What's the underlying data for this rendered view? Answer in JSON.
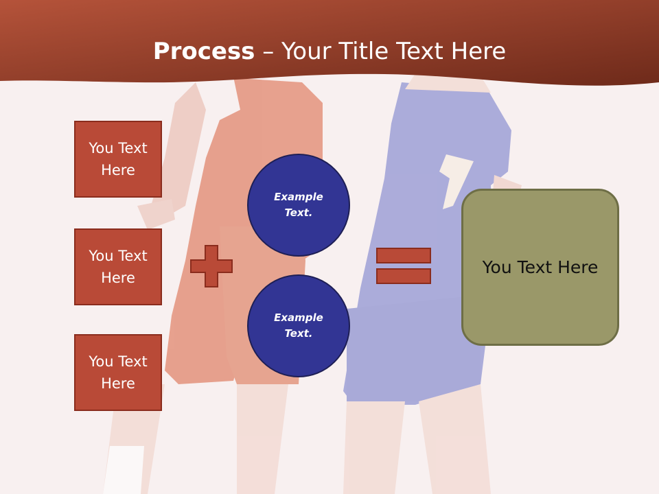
{
  "slide": {
    "title_bold": "Process",
    "title_rest": " – Your Title Text Here"
  },
  "inputs": [
    {
      "label": "You Text Here"
    },
    {
      "label": "You Text Here"
    },
    {
      "label": "You Text Here"
    }
  ],
  "circles": [
    {
      "label": "Example Text."
    },
    {
      "label": "Example Text."
    }
  ],
  "result": {
    "label": "You Text Here"
  },
  "colors": {
    "header": "#a6442f",
    "box_fill": "#b94a37",
    "circle_fill": "#323594",
    "result_fill": "#9a9869",
    "operator": "#b94a37"
  },
  "icons": [
    "plus-icon",
    "equals-icon"
  ]
}
